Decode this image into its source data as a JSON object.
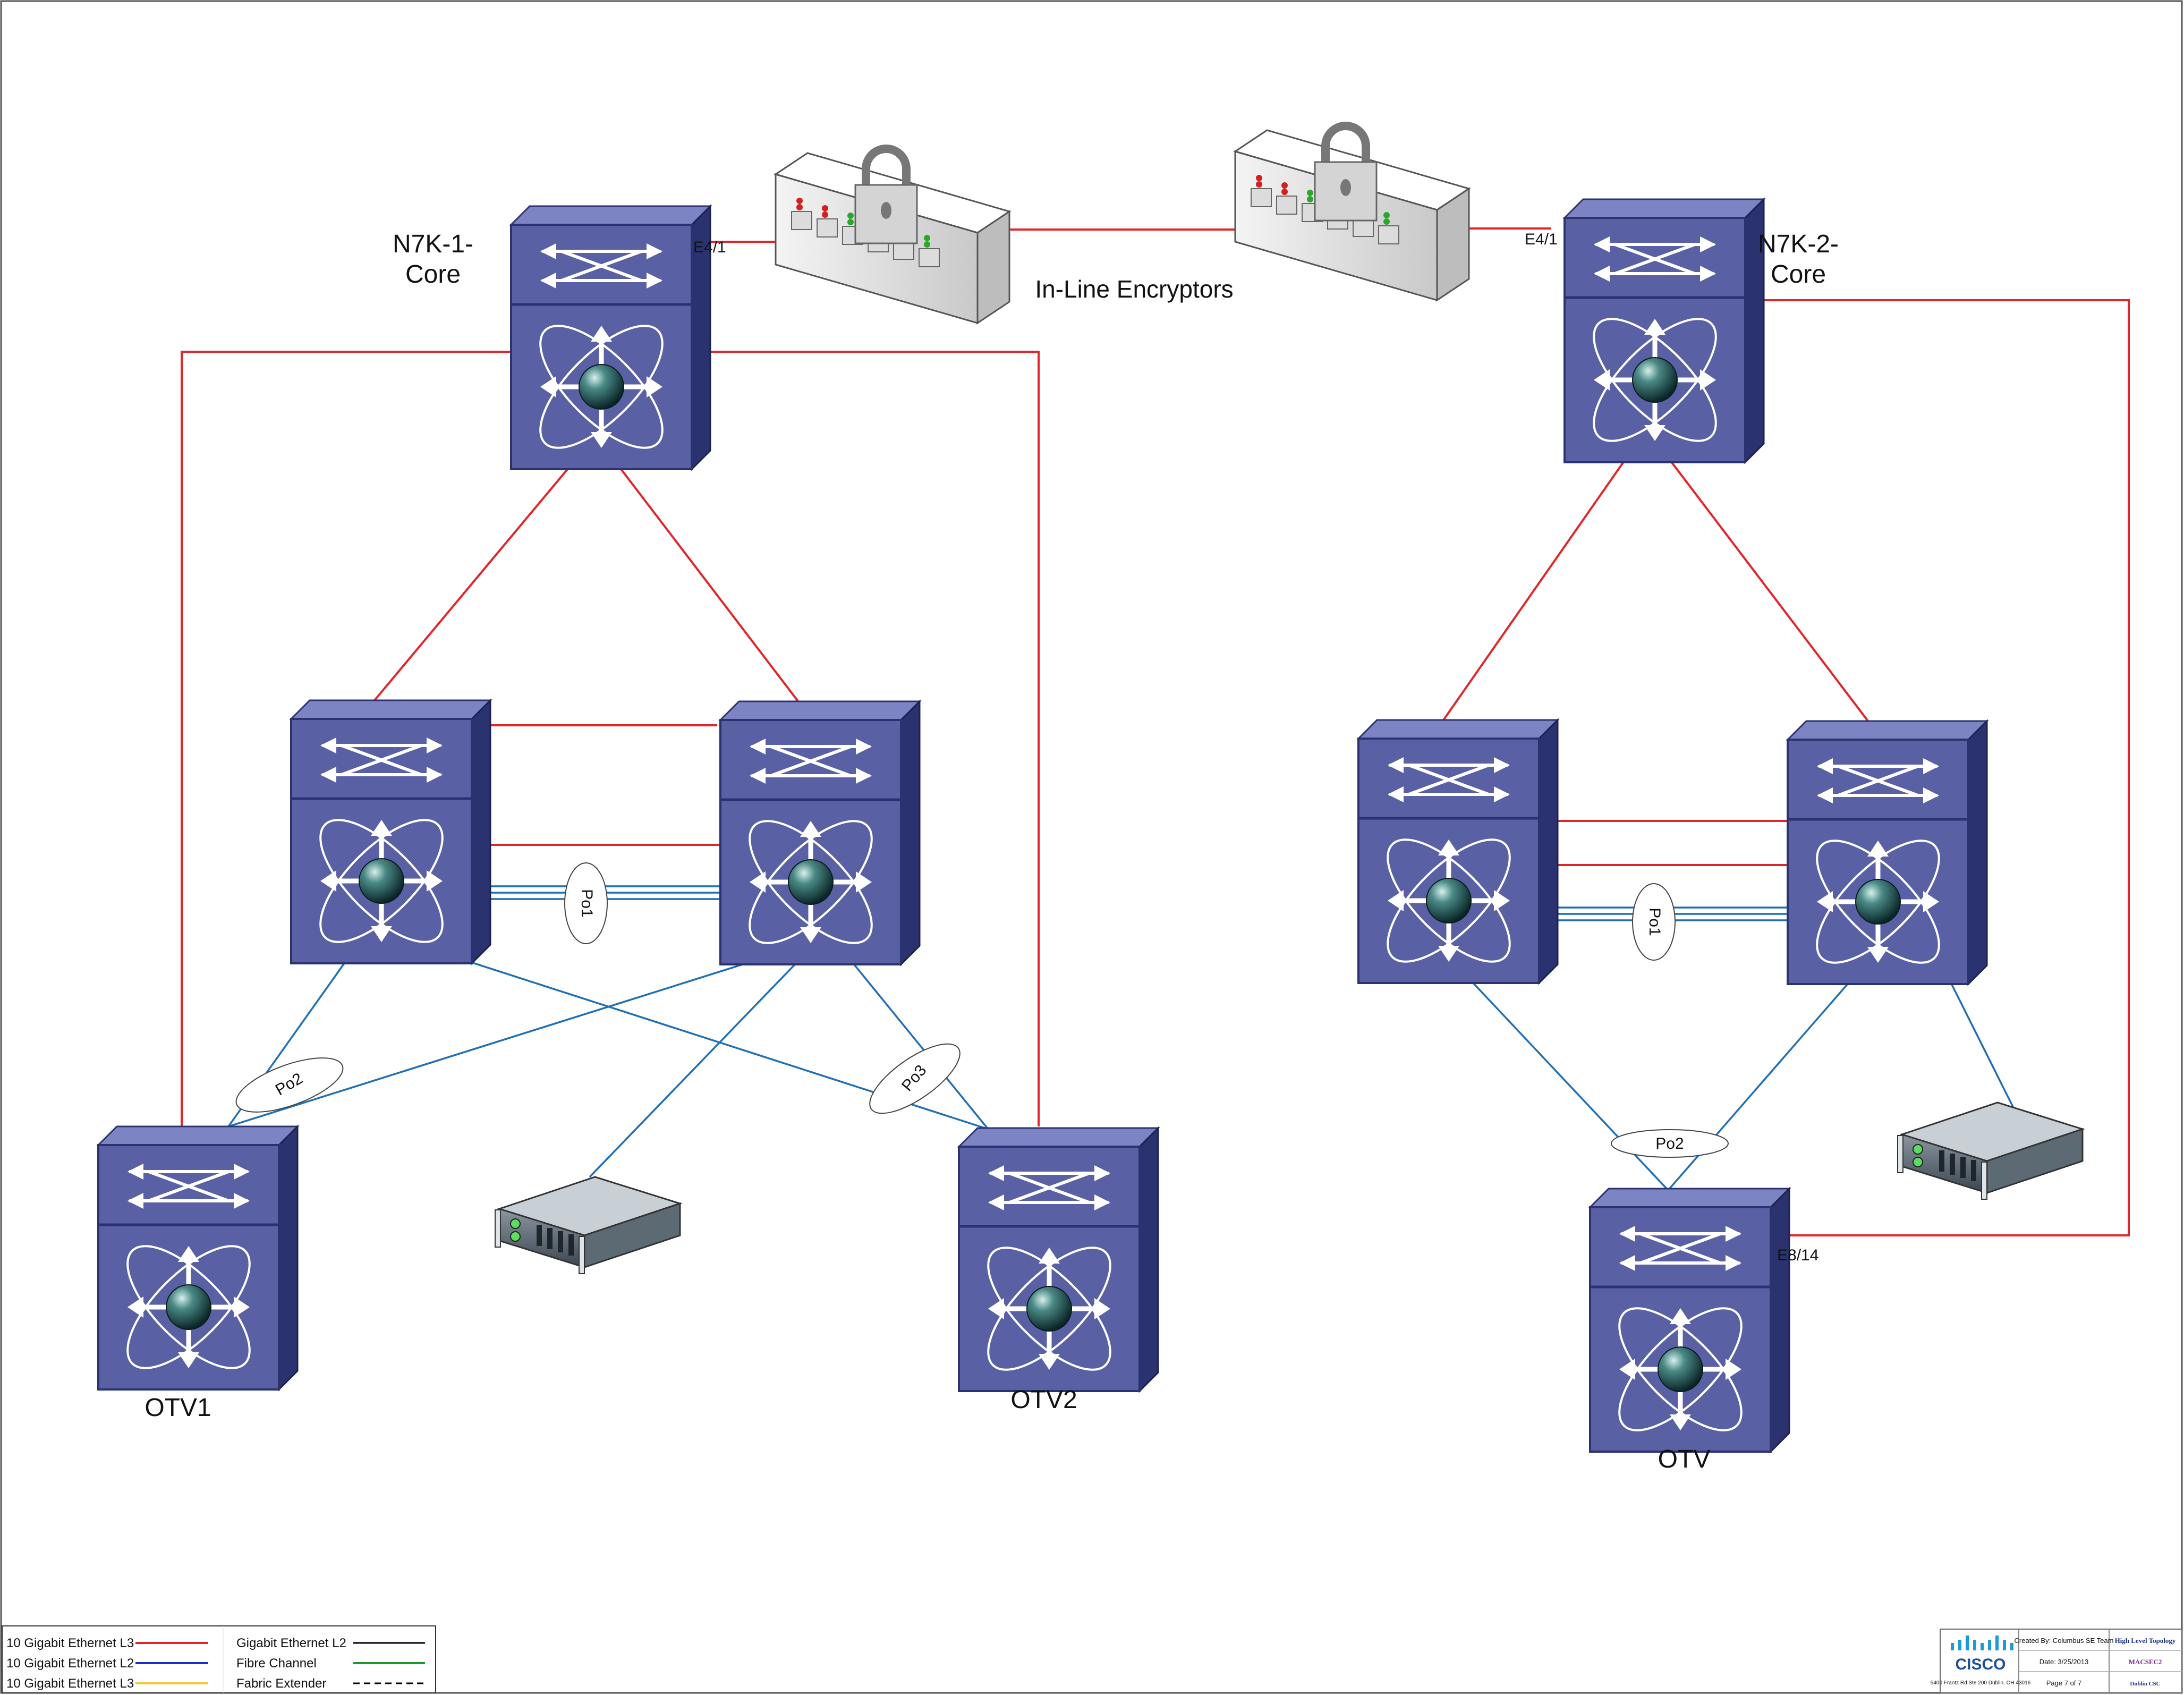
{
  "devices": {
    "n7k1": {
      "label_line1": "N7K-1-",
      "label_line2": "Core"
    },
    "n7k2": {
      "label_line1": "N7K-2-",
      "label_line2": "Core"
    },
    "otv1": {
      "label": "OTV1"
    },
    "otv2": {
      "label": "OTV2"
    },
    "otv": {
      "label": "OTV"
    }
  },
  "encryptors": {
    "label": "In-Line Encryptors"
  },
  "ports": {
    "n7k1_e41": "E4/1",
    "n7k2_e41": "E4/1",
    "otv_e814": "E8/14"
  },
  "port_channels": {
    "left_po1": "Po1",
    "left_po2": "Po2",
    "left_po3": "Po3",
    "right_po1": "Po1",
    "right_po2": "Po2"
  },
  "legend": {
    "items": [
      {
        "label": "10 Gigabit Ethernet L3",
        "color": "#e8202a",
        "style": "solid"
      },
      {
        "label": "10 Gigabit Ethernet L2",
        "color": "#1a2fd0",
        "style": "solid"
      },
      {
        "label": "10 Gigabit Ethernet L3",
        "color": "#f5c542",
        "style": "solid"
      },
      {
        "label": "Gigabit Ethernet L2",
        "color": "#000000",
        "style": "solid"
      },
      {
        "label": "Fibre Channel",
        "color": "#1a9a2a",
        "style": "solid"
      },
      {
        "label": "Fabric Extender",
        "color": "#000000",
        "style": "dashed"
      }
    ]
  },
  "title_block": {
    "logo_text": "CISCO",
    "address": "5400 Frantz Rd Ste 200 Dublin, OH 43016",
    "created_by": "Created By: Columbus SE Team",
    "date": "Date: 3/25/2013",
    "page": "Page 7 of 7",
    "title": "High Level Topology",
    "project": "MACSEC2",
    "location": "Dublin CSC"
  },
  "colors": {
    "l3_link": "#e0262a",
    "l2_link": "#1f6fb5",
    "switch_front": "#5a60a4",
    "switch_side": "#2a3370",
    "switch_top": "#7d84c4"
  }
}
